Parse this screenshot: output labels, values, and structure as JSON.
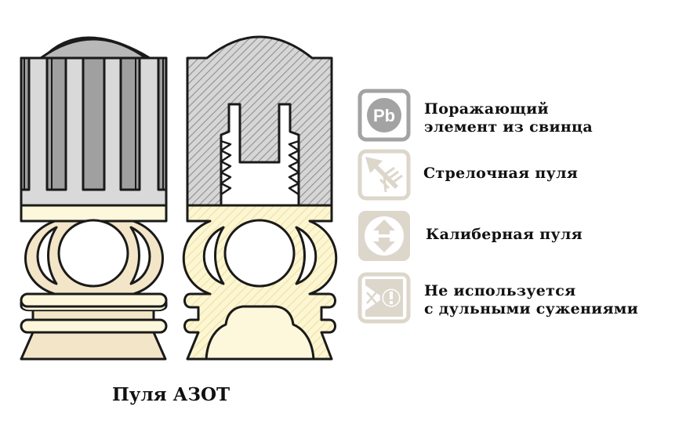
{
  "caption": "Пуля АЗОТ",
  "legend": [
    {
      "icon": "pb-lead-icon",
      "icon_text": "Pb",
      "line1": "Поражающий",
      "line2": "элемент из свинца",
      "color": "#a3a3a3"
    },
    {
      "icon": "arrow-bullet-icon",
      "line1": "Стрелочная пуля",
      "line2": "",
      "color": "#ddd6cb"
    },
    {
      "icon": "caliber-bullet-icon",
      "line1": "Калиберная пуля",
      "line2": "",
      "color": "#ddd6cb"
    },
    {
      "icon": "no-choke-icon",
      "line1": "Не используется",
      "line2": "с дульными сужениями",
      "color": "#ddd6cb"
    }
  ],
  "colors": {
    "lead_light": "#d9d9d9",
    "lead_dark": "#a0a0a0",
    "plastic_cream": "#fdf8dc",
    "wad_tan": "#f3e6c8",
    "outline": "#1a1a1a"
  }
}
